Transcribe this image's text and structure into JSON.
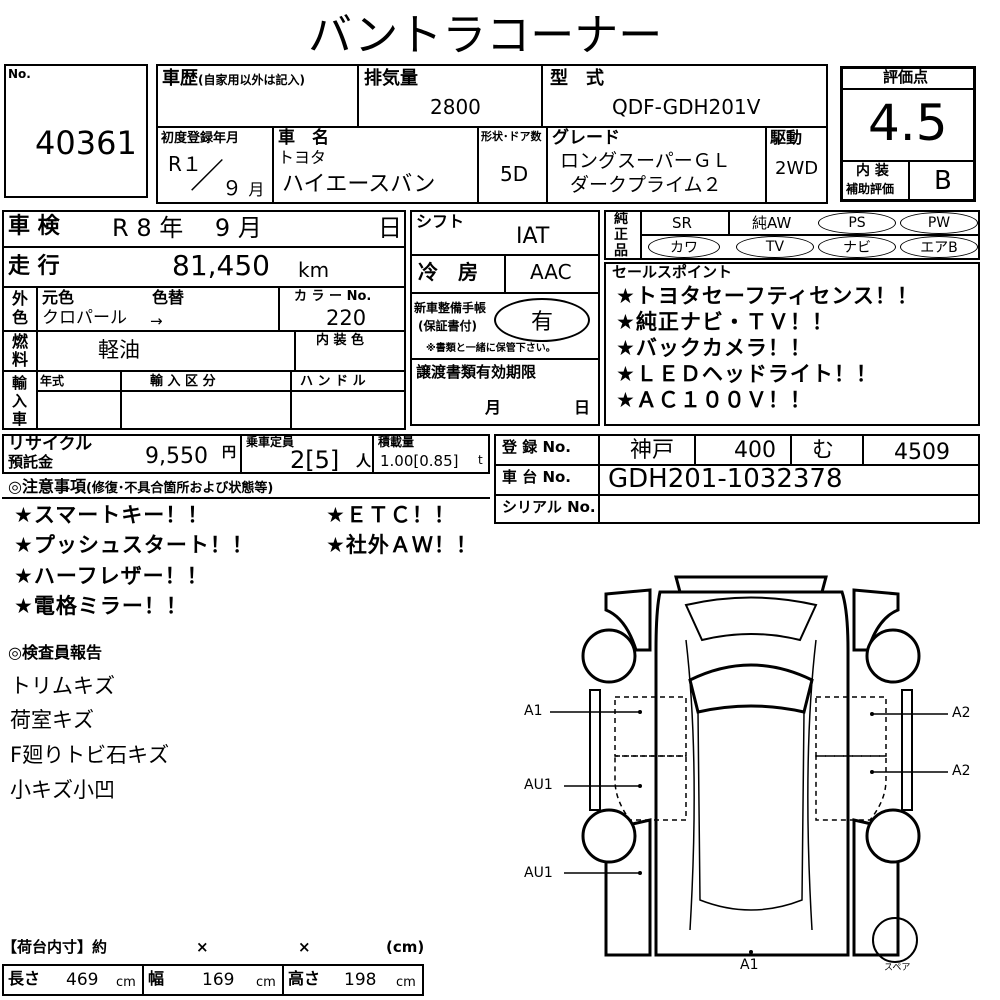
{
  "title": "バントラコーナー",
  "lot": {
    "label": "No.",
    "number": "40361"
  },
  "history": {
    "label": "車歴",
    "sub": "(自家用以外は記入)"
  },
  "displacement": {
    "label": "排気量",
    "value": "2800"
  },
  "model": {
    "label": "型　式",
    "value": "QDF-GDH201V"
  },
  "rating": {
    "label": "評価点",
    "value": "4.5",
    "interior_label1": "内 装",
    "interior_label2": "補助評価",
    "interior_value": "B"
  },
  "first_reg": {
    "label": "初度登録年月",
    "era": "R１",
    "slash": "／",
    "month": "９",
    "month_unit": "月"
  },
  "car_name": {
    "label": "車　名",
    "maker": "トヨタ",
    "name": "ハイエースバン"
  },
  "body": {
    "label": "形状･ドア数",
    "value": "5D"
  },
  "grade": {
    "label": "グレード",
    "line1": "ロングスーパーＧＬ",
    "line2": "ダークプライム２"
  },
  "drive": {
    "label": "駆動",
    "value": "2WD"
  },
  "inspection": {
    "label": "車 検",
    "era": "R",
    "year": "8",
    "year_unit": "年",
    "month": "9",
    "month_unit": "月",
    "day_unit": "日"
  },
  "shift": {
    "label": "シフト",
    "value": "IAT"
  },
  "options_label": [
    "純",
    "正",
    "品"
  ],
  "options_row1": [
    "SR",
    "純AW",
    "PS",
    "PW"
  ],
  "options_row2": [
    "カワ",
    "TV",
    "ナビ",
    "エアB"
  ],
  "mileage": {
    "label": "走 行",
    "value": "81,450",
    "unit": "km"
  },
  "ac": {
    "label": "冷　房",
    "value": "AAC"
  },
  "sales": {
    "label": "セールスポイント",
    "points": [
      "★トヨタセーフティセンス！！",
      "★純正ナビ・ＴＶ！！",
      "★バックカメラ！！",
      "★ＬＥＤヘッドライト！！",
      "★ＡＣ１００Ｖ！！"
    ]
  },
  "color": {
    "side1": "外",
    "side2": "色",
    "orig_label": "元色",
    "change_label": "色替",
    "orig_value": "クロパール",
    "arrow": "→",
    "code_label": "カ ラ ー No.",
    "code_value": "220",
    "interior_label": "内 装 色"
  },
  "manual": {
    "label1": "新車整備手帳",
    "label2": "(保証書付)",
    "value": "有",
    "note": "※書類と一緒に保管下さい。"
  },
  "fuel": {
    "side1": "燃",
    "side2": "料",
    "value": "軽油"
  },
  "import": {
    "side": [
      "輸",
      "入",
      "車"
    ],
    "year_label": "年式",
    "class_label": "輸 入 区 分",
    "handle_label": "ハ ン ド ル"
  },
  "transfer": {
    "label": "譲渡書類有効期限",
    "month_unit": "月",
    "day_unit": "日"
  },
  "recycle": {
    "label1": "リサイクル",
    "label2": "預託金",
    "value": "9,550",
    "unit": "円"
  },
  "capacity": {
    "label": "乗車定員",
    "value": "2[5]",
    "unit": "人"
  },
  "load": {
    "label": "積載量",
    "value": "1.00[0.85]",
    "unit": "t"
  },
  "registration": {
    "label": "登 録 No.",
    "area": "神戸",
    "class": "400",
    "kana": "む",
    "number": "4509"
  },
  "chassis": {
    "label": "車 台 No.",
    "value": "GDH201-1032378"
  },
  "serial": {
    "label": "シリアル No."
  },
  "notes": {
    "label": "◎注意事項",
    "sub": "(修復･不具合箇所および状態等)",
    "left": [
      "★スマートキー！！",
      "★プッシュスタート！！",
      "★ハーフレザー！！",
      "★電格ミラー！！"
    ],
    "right": [
      "★ＥＴＣ！！",
      "★社外ＡＷ！！"
    ]
  },
  "inspector": {
    "label": "◎検査員報告",
    "items": [
      "トリムキズ",
      "荷室キズ",
      "F廻りトビ石キズ",
      "小キズ小凹"
    ]
  },
  "cargo": {
    "label": "【荷台内寸】約",
    "x1": "×",
    "x2": "×",
    "unit": "(cm)",
    "length_label": "長さ",
    "length": "469",
    "width_label": "幅",
    "width": "169",
    "height_label": "高さ",
    "height": "198",
    "cm": "cm"
  },
  "damage": [
    "A1",
    "A2",
    "AU1",
    "A2",
    "AU1",
    "A1"
  ],
  "spare_label": "スペア"
}
